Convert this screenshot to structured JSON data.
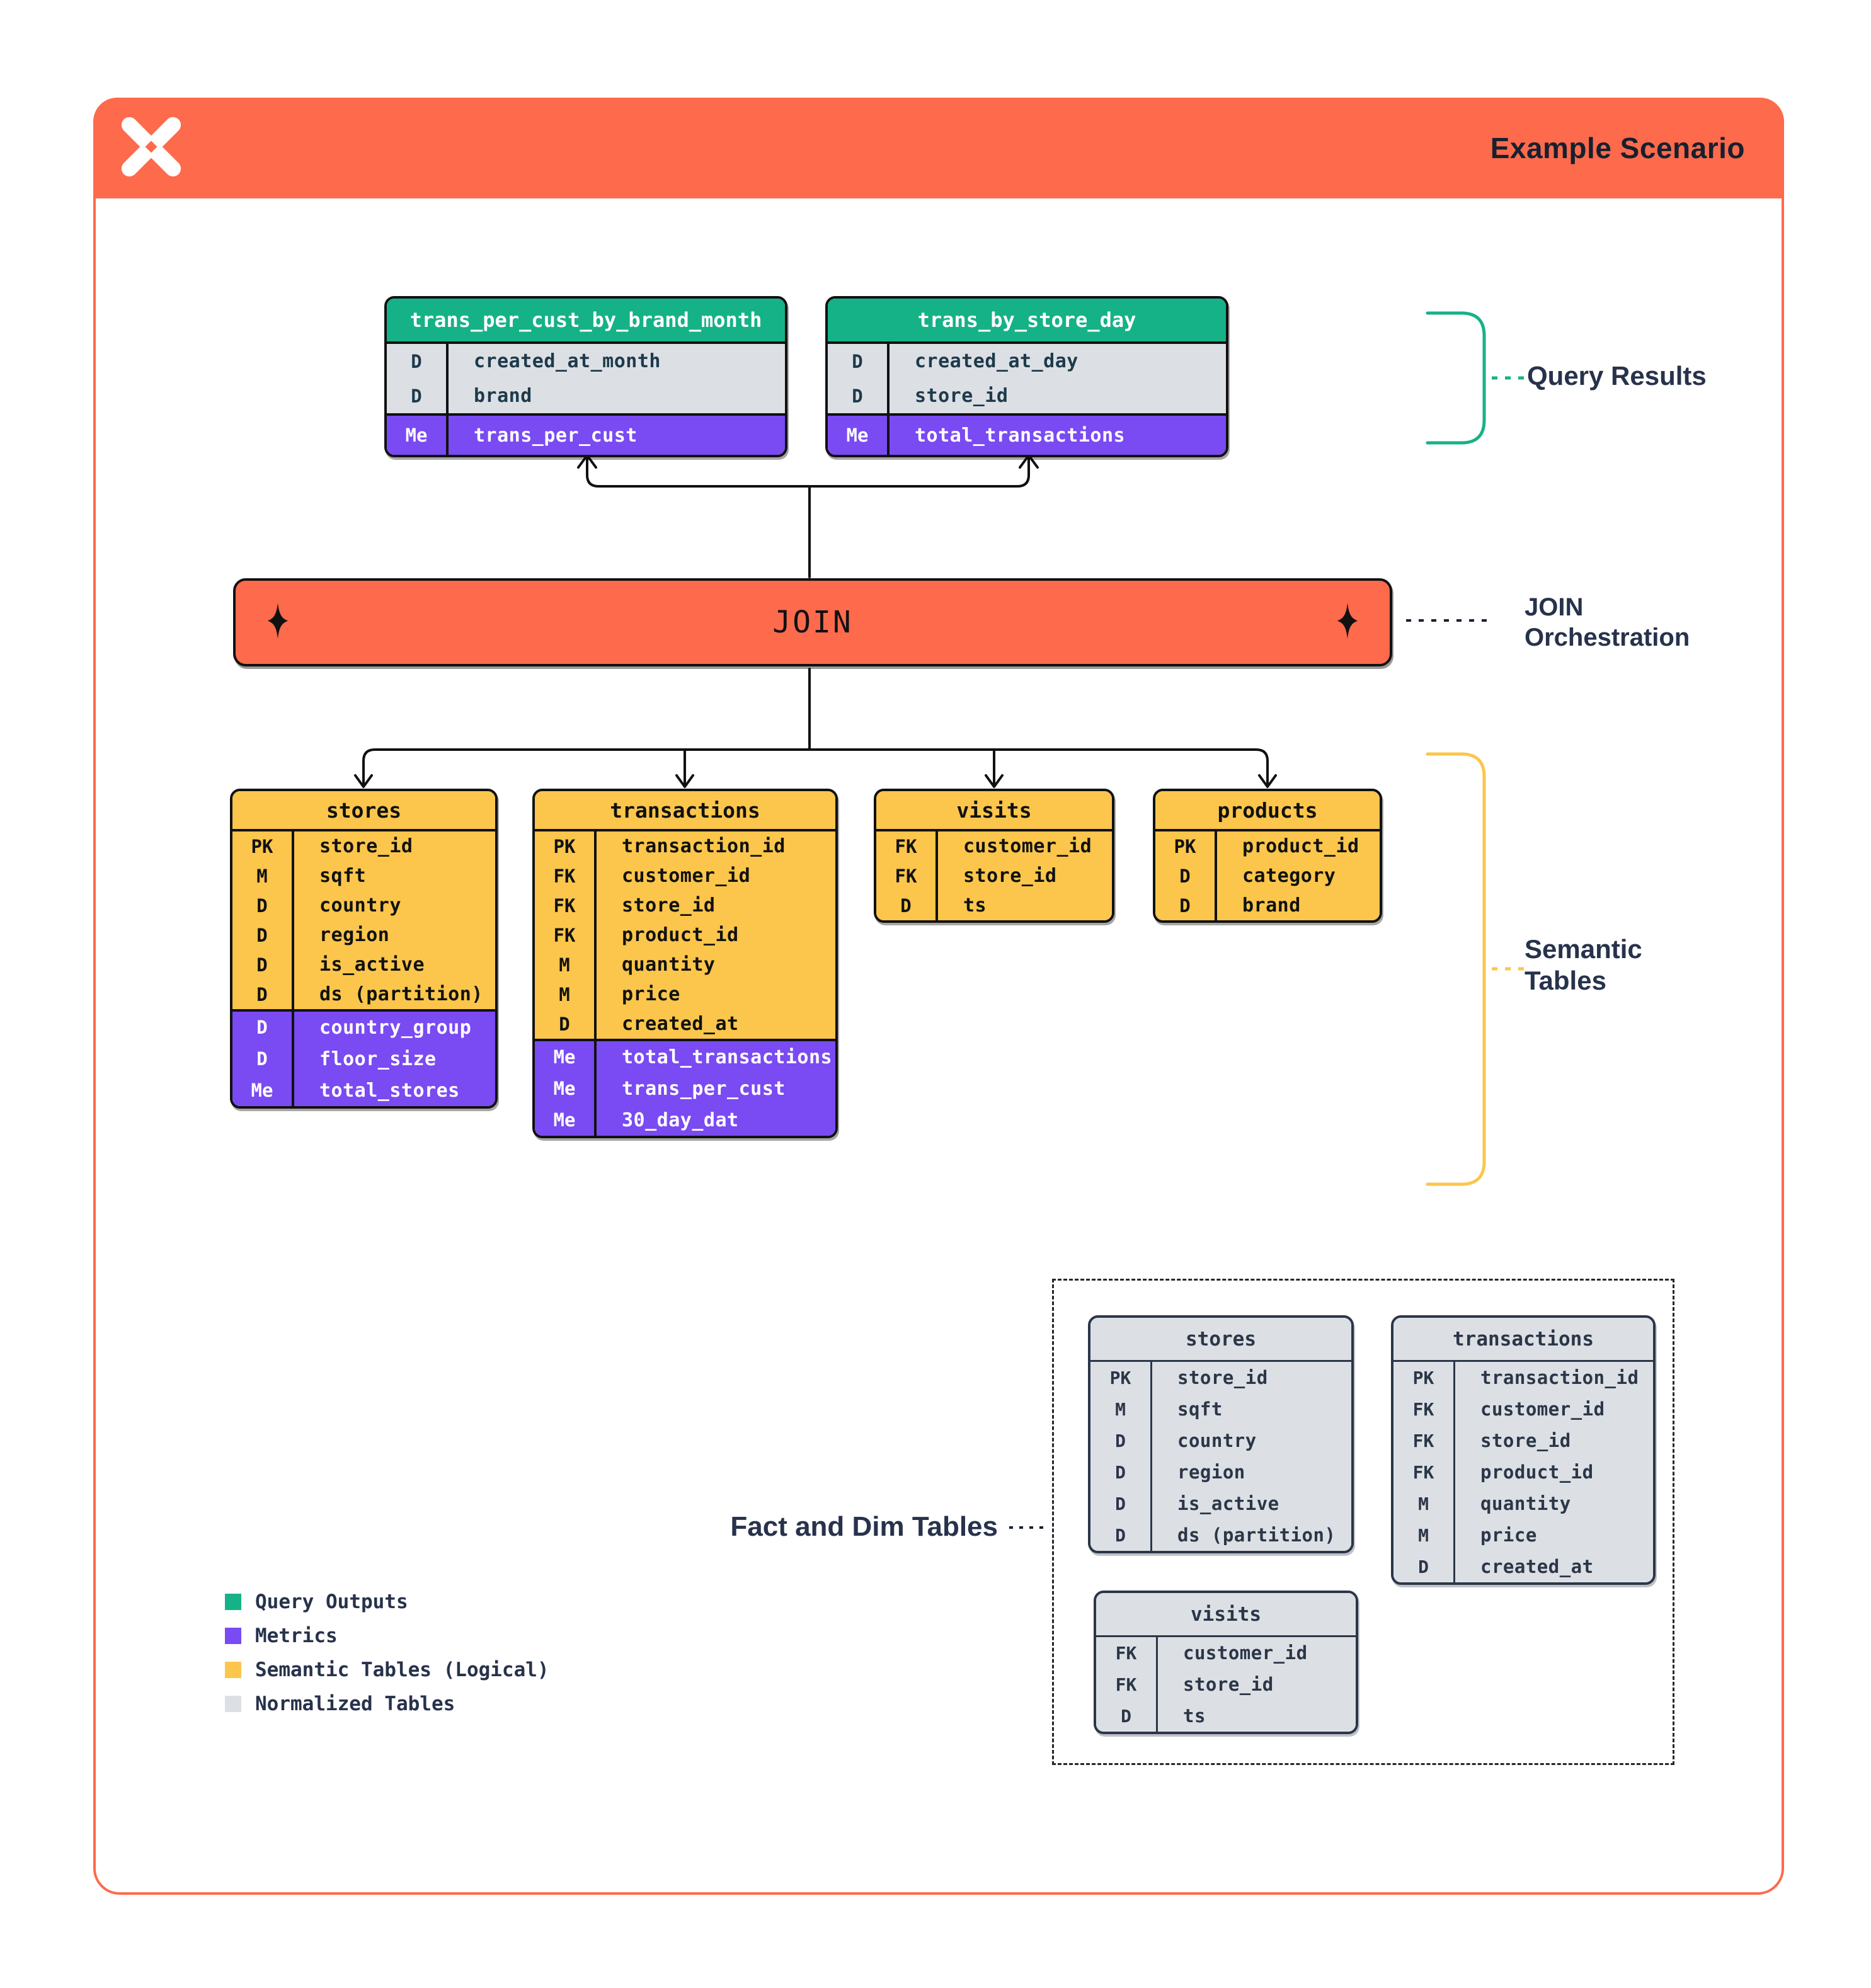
{
  "header": {
    "title": "Example Scenario",
    "logo": "dremio-x-logo"
  },
  "join_bar": {
    "label": "JOIN"
  },
  "labels": {
    "query_results": {
      "lines": [
        "Query Results"
      ]
    },
    "join_orchestration": {
      "lines": [
        "JOIN",
        "Orchestration"
      ]
    },
    "semantic_tables": {
      "lines": [
        "Semantic",
        "Tables"
      ]
    },
    "fact_dim": "Fact and Dim Tables"
  },
  "query_results_tables": [
    {
      "name": "trans_per_cust_by_brand_month",
      "dims": [
        {
          "key": "D",
          "field": "created_at_month"
        },
        {
          "key": "D",
          "field": "brand"
        }
      ],
      "metrics": [
        {
          "key": "Me",
          "field": "trans_per_cust"
        }
      ]
    },
    {
      "name": "trans_by_store_day",
      "dims": [
        {
          "key": "D",
          "field": "created_at_day"
        },
        {
          "key": "D",
          "field": "store_id"
        }
      ],
      "metrics": [
        {
          "key": "Me",
          "field": "total_transactions"
        }
      ]
    }
  ],
  "semantic_tables": [
    {
      "name": "stores",
      "cols": [
        {
          "key": "PK",
          "field": "store_id"
        },
        {
          "key": "M",
          "field": "sqft"
        },
        {
          "key": "D",
          "field": "country"
        },
        {
          "key": "D",
          "field": "region"
        },
        {
          "key": "D",
          "field": "is_active"
        },
        {
          "key": "D",
          "field": "ds (partition)"
        }
      ],
      "metrics": [
        {
          "key": "D",
          "field": "country_group"
        },
        {
          "key": "D",
          "field": "floor_size"
        },
        {
          "key": "Me",
          "field": "total_stores"
        }
      ]
    },
    {
      "name": "transactions",
      "cols": [
        {
          "key": "PK",
          "field": "transaction_id"
        },
        {
          "key": "FK",
          "field": "customer_id"
        },
        {
          "key": "FK",
          "field": "store_id"
        },
        {
          "key": "FK",
          "field": "product_id"
        },
        {
          "key": "M",
          "field": "quantity"
        },
        {
          "key": "M",
          "field": "price"
        },
        {
          "key": "D",
          "field": "created_at"
        }
      ],
      "metrics": [
        {
          "key": "Me",
          "field": "total_transactions"
        },
        {
          "key": "Me",
          "field": "trans_per_cust"
        },
        {
          "key": "Me",
          "field": "30_day_dat"
        }
      ]
    },
    {
      "name": "visits",
      "cols": [
        {
          "key": "FK",
          "field": "customer_id"
        },
        {
          "key": "FK",
          "field": "store_id"
        },
        {
          "key": "D",
          "field": "ts"
        }
      ],
      "metrics": []
    },
    {
      "name": "products",
      "cols": [
        {
          "key": "PK",
          "field": "product_id"
        },
        {
          "key": "D",
          "field": "category"
        },
        {
          "key": "D",
          "field": "brand"
        }
      ],
      "metrics": []
    }
  ],
  "normalized_tables": [
    {
      "name": "stores",
      "cols": [
        {
          "key": "PK",
          "field": "store_id"
        },
        {
          "key": "M",
          "field": "sqft"
        },
        {
          "key": "D",
          "field": "country"
        },
        {
          "key": "D",
          "field": "region"
        },
        {
          "key": "D",
          "field": "is_active"
        },
        {
          "key": "D",
          "field": "ds (partition)"
        }
      ]
    },
    {
      "name": "transactions",
      "cols": [
        {
          "key": "PK",
          "field": "transaction_id"
        },
        {
          "key": "FK",
          "field": "customer_id"
        },
        {
          "key": "FK",
          "field": "store_id"
        },
        {
          "key": "FK",
          "field": "product_id"
        },
        {
          "key": "M",
          "field": "quantity"
        },
        {
          "key": "M",
          "field": "price"
        },
        {
          "key": "D",
          "field": "created_at"
        }
      ]
    },
    {
      "name": "visits",
      "cols": [
        {
          "key": "FK",
          "field": "customer_id"
        },
        {
          "key": "FK",
          "field": "store_id"
        },
        {
          "key": "D",
          "field": "ts"
        }
      ]
    }
  ],
  "legend": [
    {
      "color": "#15B287",
      "label": "Query Outputs"
    },
    {
      "color": "#7A4AF2",
      "label": "Metrics"
    },
    {
      "color": "#FBC64B",
      "label": "Semantic Tables (Logical)"
    },
    {
      "color": "#DCE0E4",
      "label": "Normalized Tables"
    }
  ],
  "colors": {
    "orange": "#FE6A4C",
    "green": "#15B287",
    "purple": "#7A4AF2",
    "yellow": "#FBC64B",
    "gray": "#DCE0E4",
    "navy": "#27324B"
  }
}
